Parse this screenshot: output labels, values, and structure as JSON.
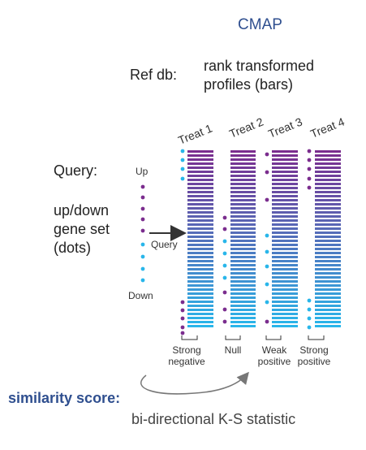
{
  "title": "CMAP",
  "ref_db": {
    "label": "Ref db:",
    "description_lines": [
      "rank transformed",
      "profiles (bars)"
    ]
  },
  "query": {
    "label": "Query:",
    "description_lines": [
      "up/down",
      "gene set",
      "(dots)"
    ]
  },
  "diagram": {
    "up_label": "Up",
    "down_label": "Down",
    "arrow_label": "Query",
    "treatments": [
      {
        "name": "Treat 1",
        "result": [
          "Strong",
          "negative"
        ]
      },
      {
        "name": "Treat 2",
        "result": [
          "Null"
        ]
      },
      {
        "name": "Treat 3",
        "result": [
          "Weak",
          "positive"
        ]
      },
      {
        "name": "Treat 4",
        "result": [
          "Strong",
          "positive"
        ]
      }
    ],
    "colors": {
      "top": "#7b2d8e",
      "bottom": "#29b6ea",
      "up_dot": "#7b2d8e",
      "down_dot": "#29b6ea"
    }
  },
  "similarity": {
    "label": "similarity score:",
    "description": "bi-directional K-S statistic"
  }
}
